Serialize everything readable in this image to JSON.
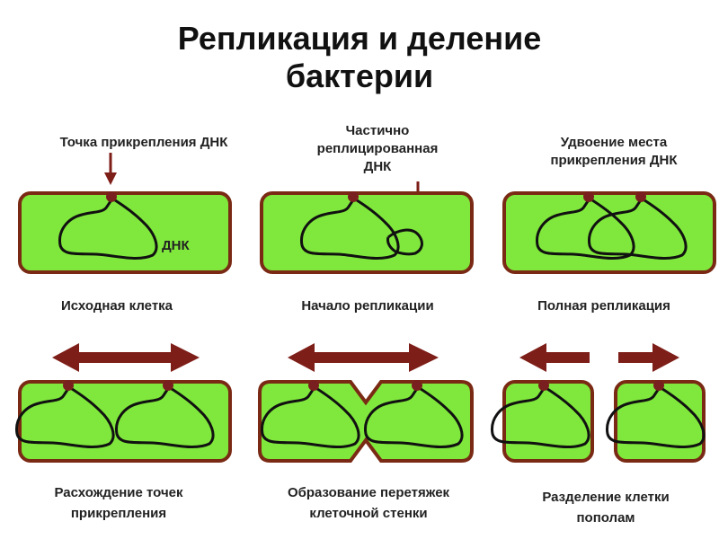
{
  "title": {
    "line1": "Репликация и деление",
    "line2": "бактерии"
  },
  "callouts": {
    "attachment_point": "Точка прикрепления ДНК",
    "partial_line1": "Частично",
    "partial_line2": "реплицированная",
    "partial_line3": "ДНК",
    "doubling_line1": "Удвоение места",
    "doubling_line2": "прикрепления ДНК",
    "dna_label": "ДНК"
  },
  "stages": {
    "initial_cell": "Исходная клетка",
    "replication_start": "Начало репликации",
    "full_replication": "Полная репликация",
    "divergence_line1": "Расхождение точек",
    "divergence_line2": "прикрепления",
    "constriction_line1": "Образование перетяжек",
    "constriction_line2": "клеточной стенки",
    "separation_line1": "Разделение клетки",
    "separation_line2": "пополам"
  },
  "colors": {
    "cytoplasm": "#80e83c",
    "cell_wall": "#7a2a14",
    "arrow": "#7e1e18",
    "attachment_dot": "#7a1f1f",
    "dna_loop": "#111111"
  }
}
